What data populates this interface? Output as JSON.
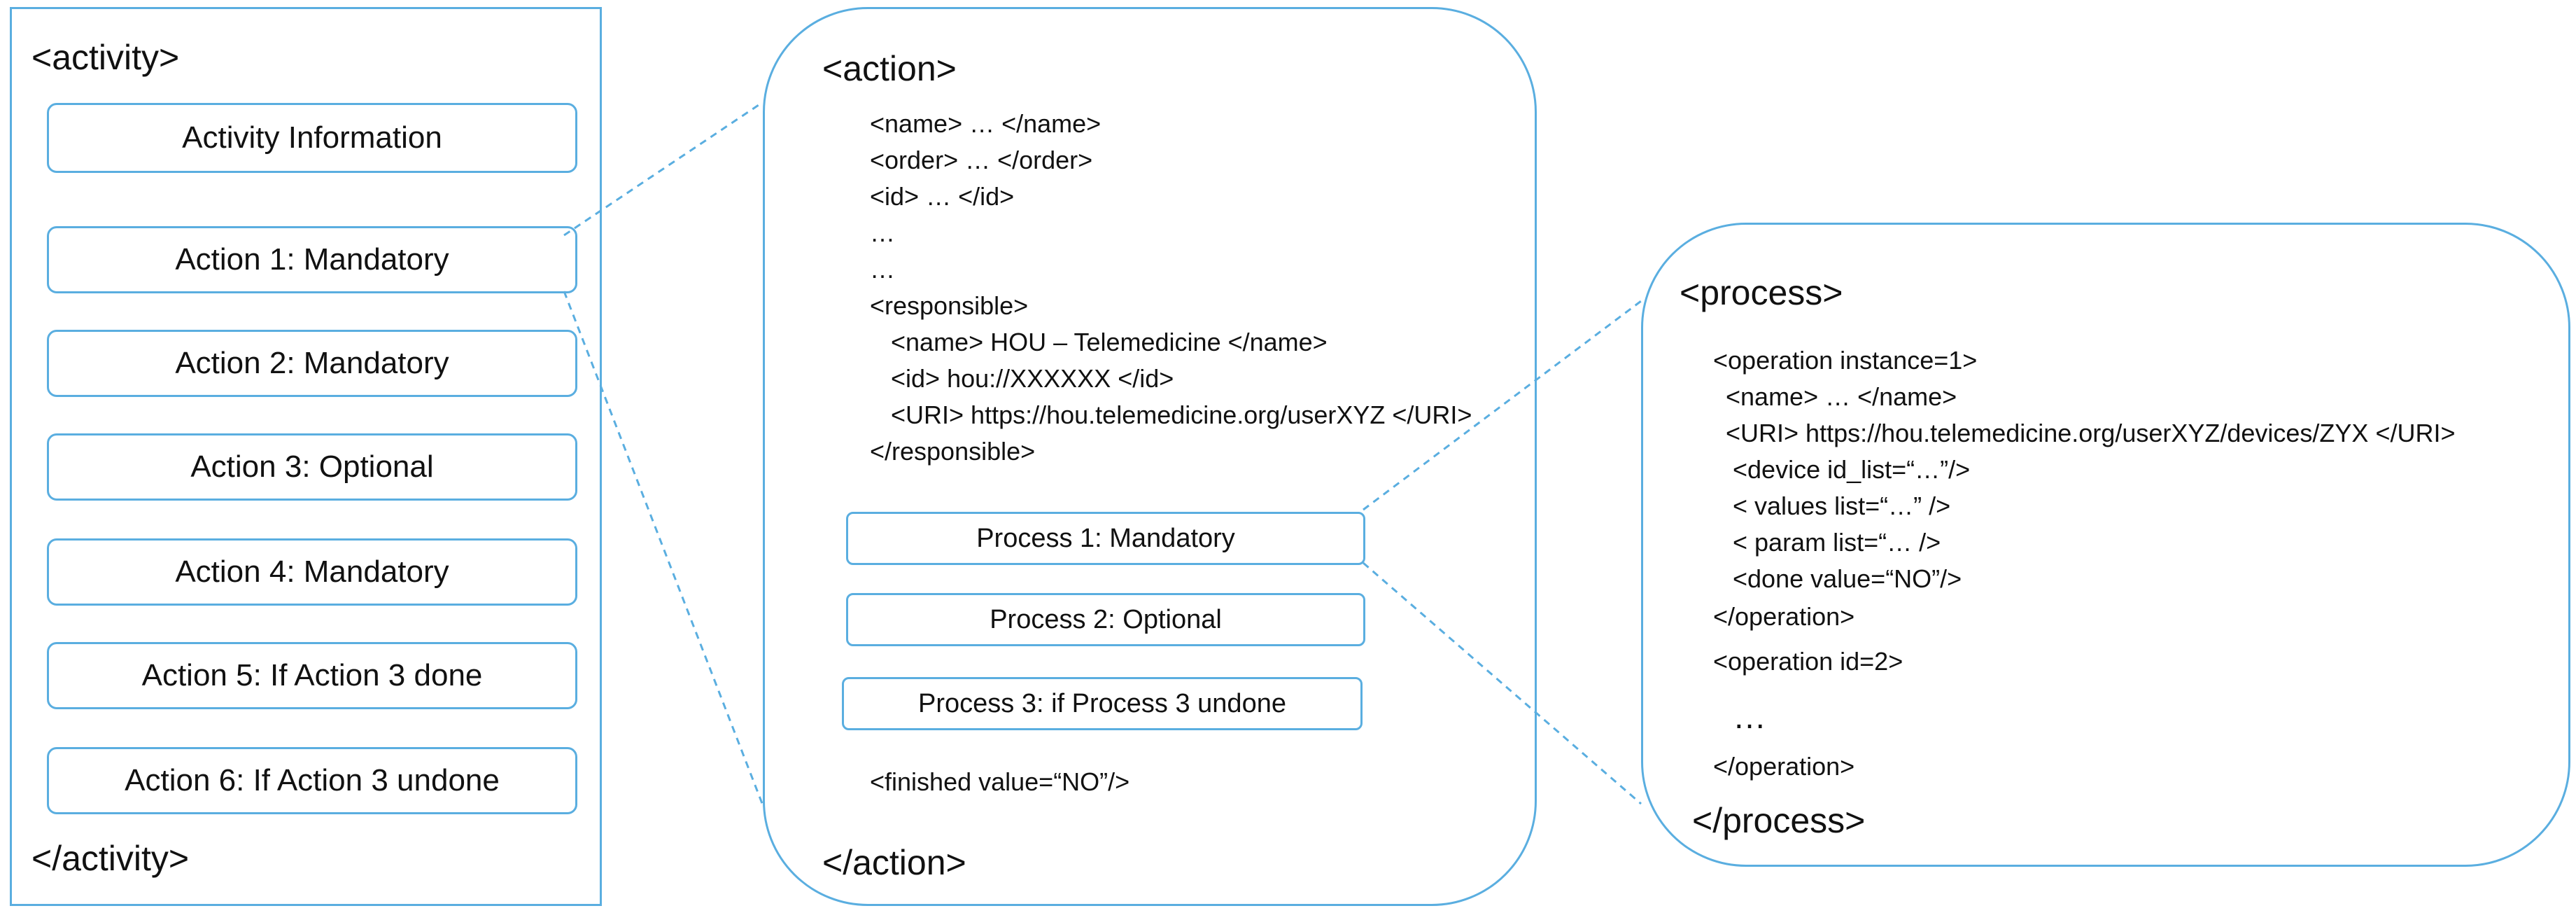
{
  "activity": {
    "open_tag": "<activity>",
    "close_tag": "</activity>",
    "items": [
      "Activity Information",
      "Action 1: Mandatory",
      "Action 2: Mandatory",
      "Action 3: Optional",
      "Action 4: Mandatory",
      "Action 5: If Action 3 done",
      "Action 6: If Action 3 undone"
    ]
  },
  "action": {
    "open_tag": "<action>",
    "close_tag": "</action>",
    "lines": [
      "<name> … </name>",
      "<order> … </order>",
      "<id> … </id>",
      "…",
      "…",
      "<responsible>",
      "<name> HOU – Telemedicine </name>",
      "<id> hou://XXXXXX </id>",
      "<URI> https://hou.telemedicine.org/userXYZ </URI>",
      "</responsible>"
    ],
    "processes": [
      "Process 1: Mandatory",
      "Process 2: Optional",
      "Process 3: if Process 3 undone"
    ],
    "finished": "<finished value=“NO”/>"
  },
  "process": {
    "open_tag": "<process>",
    "close_tag": "</process>",
    "lines": [
      "<operation instance=1>",
      "<name> … </name>",
      "<URI> https://hou.telemedicine.org/userXYZ/devices/ZYX </URI>",
      "<device id_list=“…”/>",
      "< values list=“…” />",
      "< param list=“… />",
      "<done value=“NO”/>",
      "</operation>",
      "<operation id=2>",
      "…",
      "</operation>"
    ]
  },
  "colors": {
    "border": "#5aaee0",
    "connector": "#5aaee0"
  }
}
